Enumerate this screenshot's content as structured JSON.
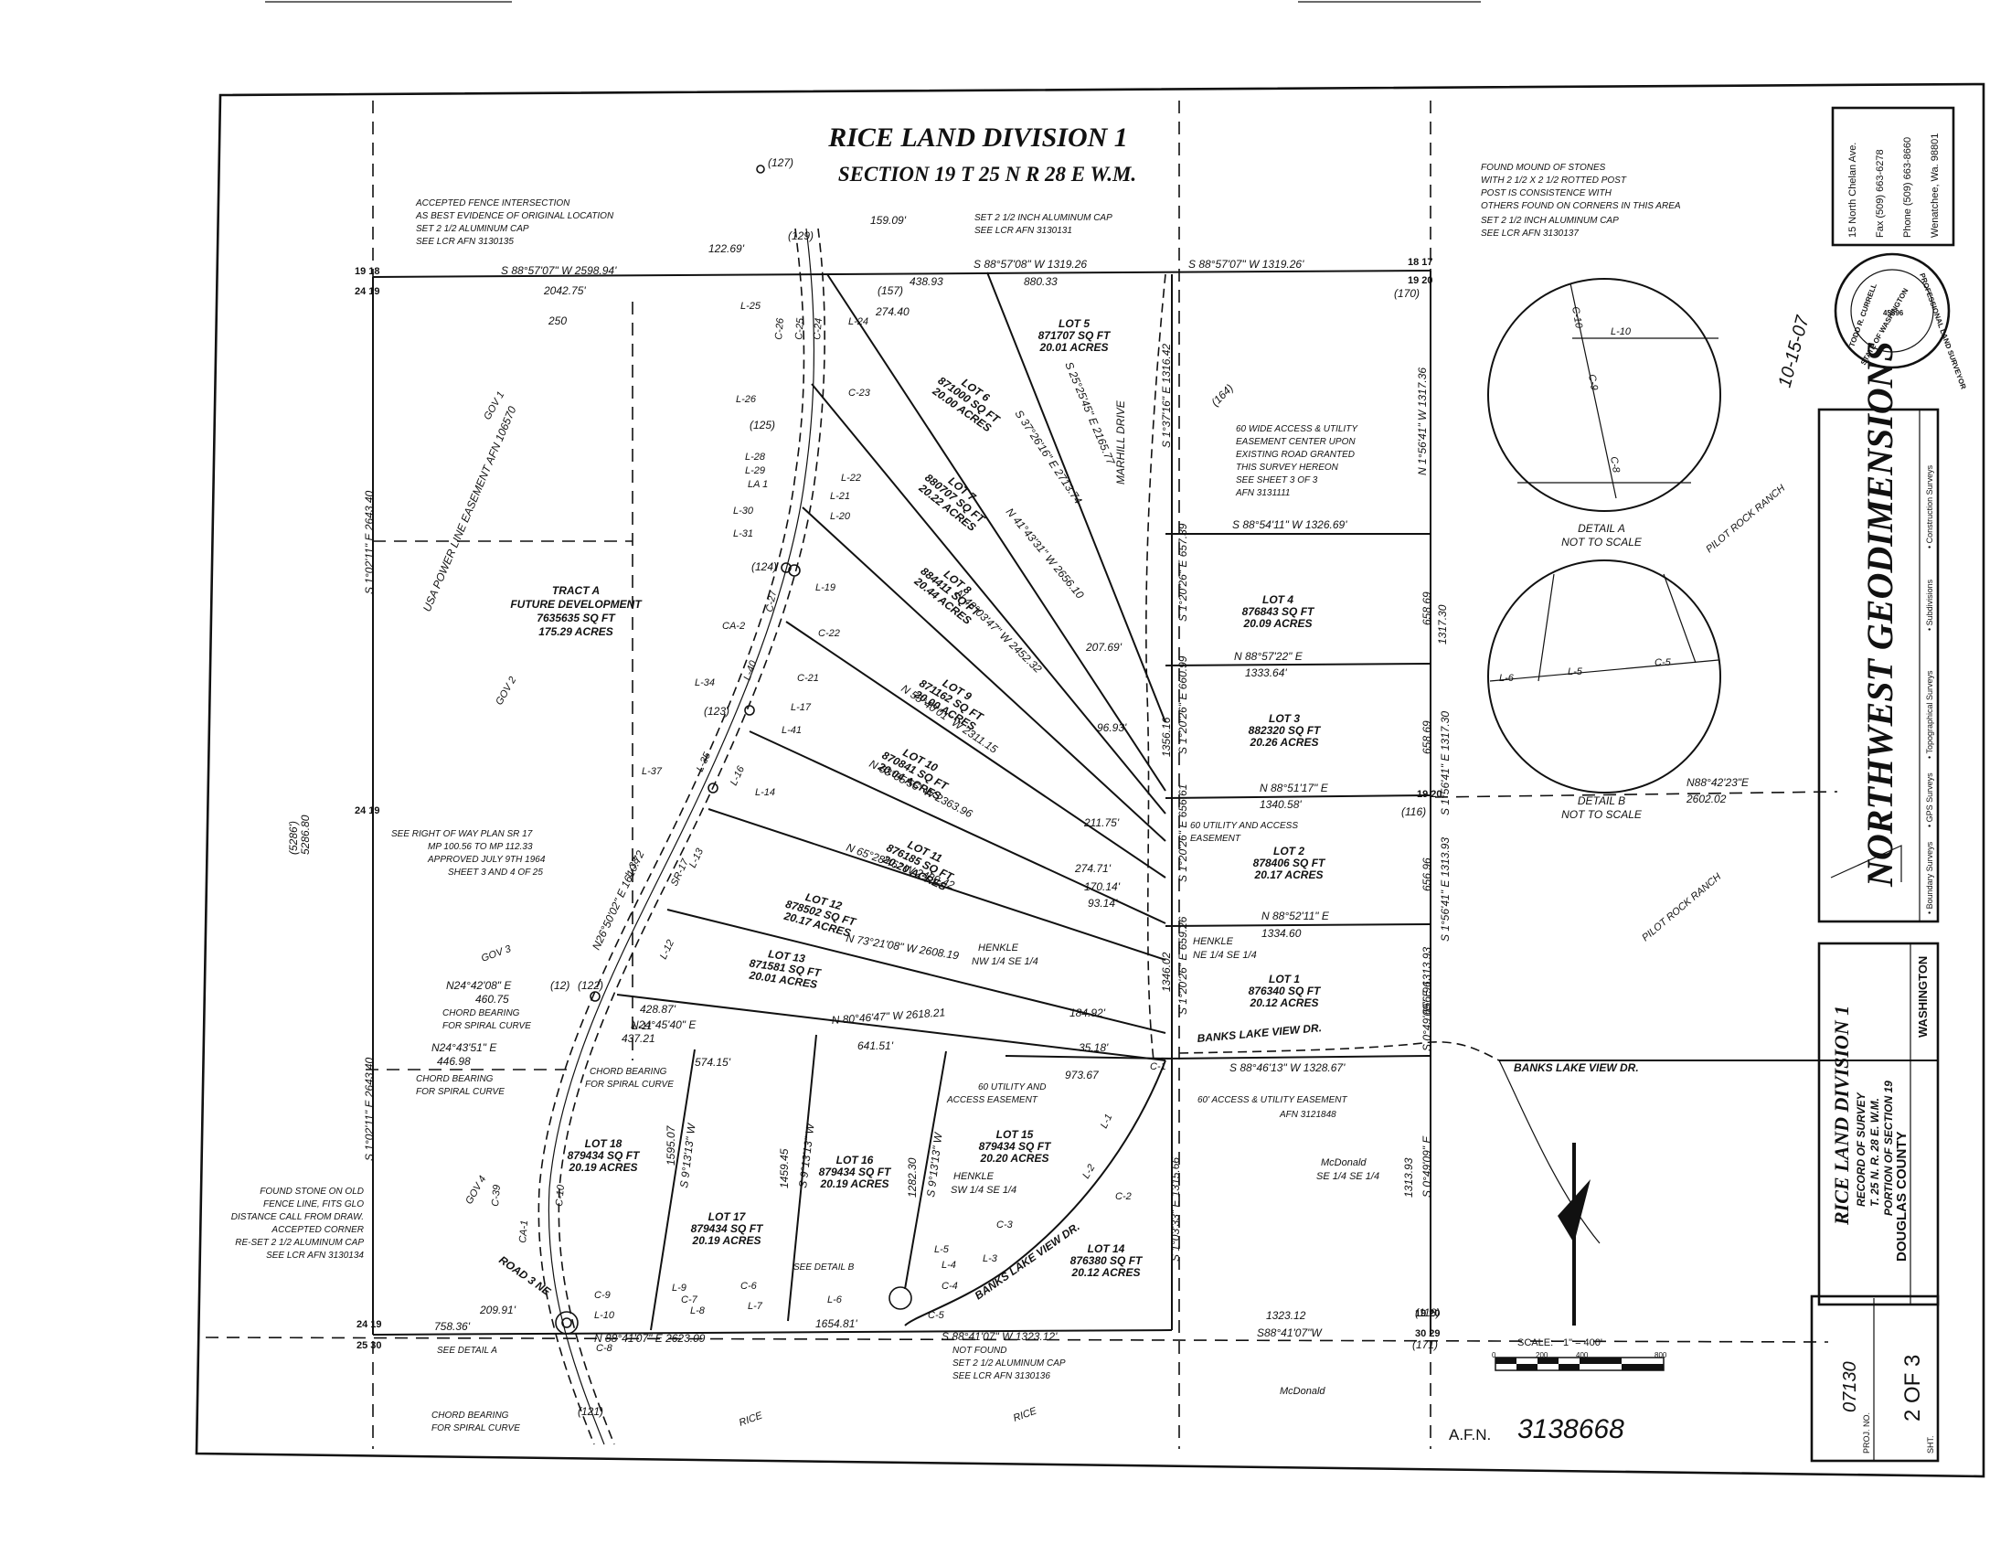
{
  "title": "RICE LAND DIVISION 1",
  "section_line": "SECTION 19 T 25 N R 28 E W.M.",
  "notes": {
    "fence": [
      "ACCEPTED FENCE INTERSECTION",
      "AS BEST EVIDENCE OF ORIGINAL LOCATION",
      "SET 2 1/2 ALUMINUM CAP",
      "SEE LCR AFN 3130135"
    ],
    "cap_top": [
      "SET 2 1/2 INCH ALUMINUM CAP",
      "SEE LCR AFN 3130131"
    ],
    "stones": [
      "FOUND MOUND OF STONES",
      "WITH 2 1/2 X 2 1/2 ROTTED POST",
      "POST IS CONSISTENCE WITH",
      "OTHERS FOUND ON CORNERS IN THIS AREA",
      "SET 2 1/2 INCH ALUMINUM CAP",
      "SEE LCR AFN 3130137"
    ],
    "access60": [
      "60 WIDE ACCESS & UTILITY",
      "EASEMENT CENTER UPON",
      "EXISTING ROAD GRANTED",
      "THIS SURVEY HEREON",
      "SEE SHEET 3 OF 3",
      "AFN 3131111"
    ],
    "utility60a": [
      "60 UTILITY AND ACCESS",
      "EASEMENT"
    ],
    "utility60b": [
      "60 UTILITY AND",
      "ACCESS EASEMENT"
    ],
    "row": [
      "SEE RIGHT OF WAY PLAN SR 17",
      "MP 100.56 TO MP 112.33",
      "APPROVED JULY 9TH 1964",
      "SHEET 3 AND 4 OF 25"
    ],
    "spiral1": [
      "CHORD BEARING",
      "FOR SPIRAL CURVE"
    ],
    "spiral2": [
      "CHORD BEARING",
      "FOR SPIRAL CURVE"
    ],
    "spiral3": [
      "CHORD BEARING",
      "FOR SPIRAL CURVE"
    ],
    "spiral4": [
      "CHORD BEARING",
      "FOR SPIRAL CURVE"
    ],
    "stone_old": [
      "FOUND STONE ON OLD",
      "FENCE LINE, FITS GLO",
      "DISTANCE CALL FROM DRAW.",
      "ACCEPTED CORNER",
      "RE-SET 2 1/2 ALUMINUM CAP",
      "SEE LCR AFN 3130134"
    ],
    "not_found": [
      "NOT FOUND",
      "SET 2 1/2 ALUMINUM CAP",
      "SEE LCR AFN 3130136"
    ],
    "access_bottom": [
      "60' ACCESS & UTILITY EASEMENT",
      "AFN 3121848"
    ],
    "see_detail_a": "SEE DETAIL A",
    "see_detail_b": "SEE DETAIL B",
    "tract": [
      "TRACT A",
      "FUTURE DEVELOPMENT",
      "7635635 SQ FT",
      "175.29 ACRES"
    ],
    "powerline": "USA POWER LINE EASEMENT AFN 106570"
  },
  "lots": [
    {
      "name": "LOT 5",
      "sqft": "871707 SQ FT",
      "acres": "20.01 ACRES"
    },
    {
      "name": "LOT 6",
      "sqft": "871000 SQ FT",
      "acres": "20.00 ACRES"
    },
    {
      "name": "LOT 7",
      "sqft": "880707 SQ FT",
      "acres": "20.22 ACRES"
    },
    {
      "name": "LOT 8",
      "sqft": "884411 SQ FT",
      "acres": "20.44 ACRES"
    },
    {
      "name": "LOT 9",
      "sqft": "871162 SQ FT",
      "acres": "20.00 ACRES"
    },
    {
      "name": "LOT 10",
      "sqft": "870841 SQ FT",
      "acres": "20.04 ACRES"
    },
    {
      "name": "LOT 11",
      "sqft": "876185 SQ FT",
      "acres": "20.20 ACRES"
    },
    {
      "name": "LOT 12",
      "sqft": "878502 SQ FT",
      "acres": "20.17 ACRES"
    },
    {
      "name": "LOT 13",
      "sqft": "871581 SQ FT",
      "acres": "20.01 ACRES"
    },
    {
      "name": "LOT 4",
      "sqft": "876843 SQ FT",
      "acres": "20.09 ACRES"
    },
    {
      "name": "LOT 3",
      "sqft": "882320 SQ FT",
      "acres": "20.26 ACRES"
    },
    {
      "name": "LOT 2",
      "sqft": "878406 SQ FT",
      "acres": "20.17 ACRES"
    },
    {
      "name": "LOT 1",
      "sqft": "876340 SQ FT",
      "acres": "20.12 ACRES"
    },
    {
      "name": "LOT 18",
      "sqft": "879434 SQ FT",
      "acres": "20.19 ACRES"
    },
    {
      "name": "LOT 17",
      "sqft": "879434 SQ FT",
      "acres": "20.19 ACRES"
    },
    {
      "name": "LOT 16",
      "sqft": "879434 SQ FT",
      "acres": "20.19 ACRES"
    },
    {
      "name": "LOT 15",
      "sqft": "879434 SQ FT",
      "acres": "20.20 ACRES"
    },
    {
      "name": "LOT 14",
      "sqft": "876380 SQ FT",
      "acres": "20.12 ACRES"
    }
  ],
  "bearings": {
    "top1": "S 88°57'07\" W  2598.94'",
    "top1b": "2042.75'",
    "top2": "S 88°57'08\" W  1319.26",
    "top2b": "880.33",
    "top2c": "438.93",
    "top3": "S 88°57'07\" W  1319.26'",
    "left1": "S 1°02'11\" E  2643.40",
    "left2": "S 1°02'11\" E  2643.40",
    "left_total": "5286.80",
    "left_total_paren": "(5286')",
    "r_right": "N 1°56'41\" W  1317.36",
    "r_right2": "S 1°56'41\" E  1317.30",
    "r_right3": "S 1°56'41\" E  1313.93",
    "r_right4": "S 0°49'09\" E  1313.93",
    "lot4_top": "S 88°54'11\" W  1326.69'",
    "lot3_top": "N 88°57'22\" E",
    "lot3_top_d": "1333.64'",
    "lot2_top": "N 88°51'17\" E",
    "lot2_top_d": "1340.58'",
    "lot1_top": "N 88°52'11\" E",
    "lot1_top_d": "1334.60",
    "lot1_bot": "S 88°46'13\" W  1328.67'",
    "east_out": "N88°42'23\"E",
    "east_out_d": "2602.02",
    "lot5_side": "S 25°25'45\" E  2165.77",
    "lot6_side": "S 37°26'16\" E  2713.74",
    "lot7_side": "N 41°43'31\" W  2656.10",
    "lot8_side": "N 48°03'47\" W  2452.32",
    "lot9_side": "N 55°40'01\" W  2311.15",
    "lot10_side": "N 63°05'56\" W  2363.96",
    "lot11_side": "N 65°28'46\" W  2480.42",
    "lot12_side": "N 73°21'08\" W  2608.19",
    "lot13_side": "N 80°46'47\" W  2618.21",
    "lot13_side_a": "574.15'",
    "lot13_side_b": "641.51'",
    "lot13_side_c": "428.87'",
    "sr17_a": "N26°50'02\" E  1610.72",
    "chord1": "N24°42'08\" E",
    "chord1_d": "460.75",
    "chord2": "N24°43'51\" E",
    "chord2_d": "446.98",
    "chord3": "N24°45'40\" E",
    "chord3_d": "437.21",
    "bot_main": "N 88°41'07\" E  2623.09",
    "bot_a": "209.91'",
    "bot_b": "758.36'",
    "bot_c": "1654.81'",
    "bot_d": "S 88°41'07\" W  1323.12'",
    "bot_e": "1323.12",
    "bot_f": "S88°41'07\"W",
    "l18": "1595.07",
    "l18b": "S 9°13'13\" W",
    "l17": "1459.45",
    "l17b": "S 9°13'13\" W",
    "l16": "1282.30",
    "l16b": "S 9°13'13\" W",
    "mid_1": "S 1°20'26\" E  657.39",
    "mid_2": "S 1°20'26\" E  660.99",
    "mid_3": "S 1°20'26\" E  656.61",
    "mid_4": "S 1°20'26\" E  659.26",
    "mid_top": "S 1°37'16\" E  1316.42",
    "mid_total": "1346.02",
    "mid_total2": "1356.16",
    "road_d1": "207.69'",
    "road_d2": "96.93'",
    "road_d3": "211.75'",
    "road_d4": "274.71'",
    "road_d5": "170.14'",
    "road_d6": "93.14'",
    "road_d7": "184.92'",
    "road_d8": "35.18'",
    "road_d9": "973.67",
    "road_d10": "274.40",
    "road_d11": "159.09'",
    "road_d12": "122.69'",
    "lower_mid": "S 1°03'33\" E  1315.66",
    "lower_right": "S 0°49'09\" E",
    "lower_right_d": "1313.93",
    "lot4_r": "658.69",
    "lot3_r": "658.69",
    "lot2_r": "656.96",
    "lot1_r": "656.96",
    "top_right_d": "1317.30"
  },
  "corners": [
    "19 18",
    "24 19",
    "18 17",
    "19 20",
    "24 19",
    "25 30",
    "19 20",
    "30 29",
    "24 19",
    "19 20"
  ],
  "curve_labels": [
    "L-25",
    "C-26",
    "C-25",
    "C-24",
    "L-24",
    "L-26",
    "C-23",
    "L-28",
    "L-29",
    "LA 1",
    "L-30",
    "L-31",
    "L-22",
    "L-21",
    "L-20",
    "L-19",
    "C-27",
    "CA-2",
    "C-22",
    "L-34",
    "L-40",
    "C-21",
    "L-17",
    "L-41",
    "L-37",
    "L-35",
    "L-16",
    "L-14",
    "L-38",
    "SR-17",
    "L-13",
    "L-12",
    "L-11",
    "C-39",
    "C-10",
    "CA-1",
    "C-9",
    "L-10",
    "C-8",
    "L-9",
    "C-7",
    "L-8",
    "C-6",
    "L-7",
    "L-6",
    "L-5",
    "L-4",
    "C-4",
    "C-5",
    "L-3",
    "C-3",
    "L-2",
    "C-2",
    "L-1",
    "C-1"
  ],
  "misc_labels": {
    "marhill": "MARHILL DRIVE",
    "banks1": "BANKS LAKE VIEW DR.",
    "banks2": "BANKS LAKE VIEW DR.",
    "banks3": "BANKS LAKE VIEW DR.",
    "road3": "ROAD 3 NE",
    "henkle1": "HENKLE",
    "henkle1b": "NE 1/4 SE 1/4",
    "henkle2": "HENKLE",
    "henkle2b": "NW 1/4 SE 1/4",
    "henkle3": "HENKLE",
    "henkle3b": "SW 1/4 SE 1/4",
    "mcdonald1": "McDonald",
    "mcdonald1b": "SE 1/4 SE 1/4",
    "mcdonald2": "McDonald",
    "rice1": "RICE",
    "rice2": "RICE",
    "pilot1": "PILOT ROCK RANCH",
    "pilot2": "PILOT ROCK RANCH",
    "gov1": "GOV 1",
    "gov2": "GOV 2",
    "gov3": "GOV 3",
    "gov4": "GOV 4",
    "n250": "250",
    "p12": "(12)",
    "p125": "(125)",
    "p124": "(124)",
    "p123": "(123)",
    "p122": "(122)",
    "p121": "(121)",
    "p129": "(129)",
    "p127": "(127)",
    "p157": "(157)",
    "p170": "(170)",
    "p171": "(171)",
    "p164": "(164)",
    "p116": "(116)",
    "p118": "(118)"
  },
  "detail_a": {
    "title": "DETAIL A",
    "sub": "NOT TO SCALE",
    "labels": [
      "C-10",
      "L-10",
      "C-9",
      "C-8"
    ]
  },
  "detail_b": {
    "title": "DETAIL B",
    "sub": "NOT TO SCALE",
    "labels": [
      "L-6",
      "L-5",
      "C-5"
    ]
  },
  "scale": {
    "label": "SCALE:",
    "ratio": "1\" = 400'",
    "ticks": [
      "0",
      "200",
      "400",
      "800"
    ]
  },
  "afn": {
    "label": "A.F.N.",
    "value": "3138668"
  },
  "title_block": {
    "firm_address": [
      "15 North Chelan Ave.",
      "Fax (509) 663-6278",
      "Phone (509) 663-8660",
      "Wenatchee, Wa. 98801"
    ],
    "firm_name": "NORTHWEST GEODIMENSIONS",
    "firm_services": [
      "• Boundary Surveys",
      "• GPS Surveys",
      "• Topographical Surveys",
      "• Subdivisions",
      "• Construction Surveys"
    ],
    "seal_name": "TODD R. CURRELL",
    "seal_text": "PROFESSIONAL LAND SURVEYOR",
    "seal_state": "STATE OF WASHINGTON",
    "seal_no": "45896",
    "signed_date": "10-15-07",
    "project": "RICE LAND DIVISION 1",
    "record": "RECORD OF SURVEY",
    "township": "T. 25 N. R. 28 E. W.M.",
    "portion": "PORTION OF SECTION 19",
    "county": "DOUGLAS COUNTY",
    "state": "WASHINGTON",
    "proj_no": "07130",
    "proj_label": "PROJ. NO.",
    "sheet": "2 OF 3",
    "sheet_label": "SHT."
  }
}
